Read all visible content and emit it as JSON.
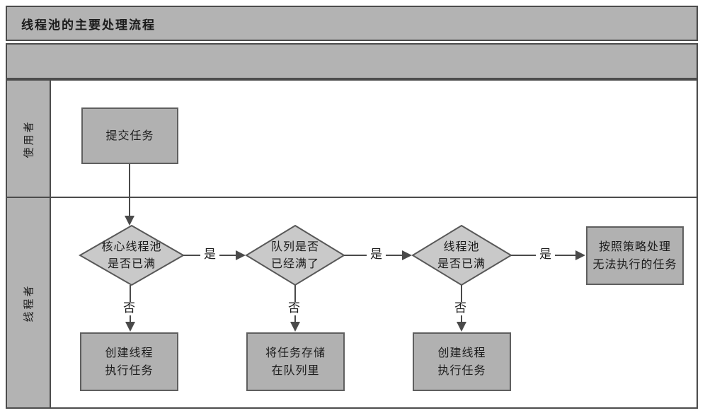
{
  "title": "线程池的主要处理流程",
  "lanes": [
    {
      "label": "使用者"
    },
    {
      "label": "线程者"
    }
  ],
  "nodes": {
    "submit": {
      "label": "提交任务"
    },
    "decision_core": {
      "label": "核心线程池\n是否已满"
    },
    "decision_queue": {
      "label": "队列是否\n已经满了"
    },
    "decision_pool": {
      "label": "线程池\n是否已满"
    },
    "policy": {
      "label": "按照策略处理\n无法执行的任务"
    },
    "create_thread_1": {
      "label": "创建线程\n执行任务"
    },
    "store_queue": {
      "label": "将任务存储\n在队列里"
    },
    "create_thread_2": {
      "label": "创建线程\n执行任务"
    }
  },
  "edges": {
    "yes_1": "是",
    "yes_2": "是",
    "yes_3": "是",
    "no_1": "否",
    "no_2": "否",
    "no_3": "否"
  },
  "colors": {
    "bar_fill": "#b3b3b3",
    "node_fill": "#b1b1b1",
    "diamond_fill": "#c9c9c9",
    "frame_border": "#4c4c4c",
    "node_border": "#5f5f5f",
    "line": "#4a4a4a",
    "background": "#ffffff"
  }
}
